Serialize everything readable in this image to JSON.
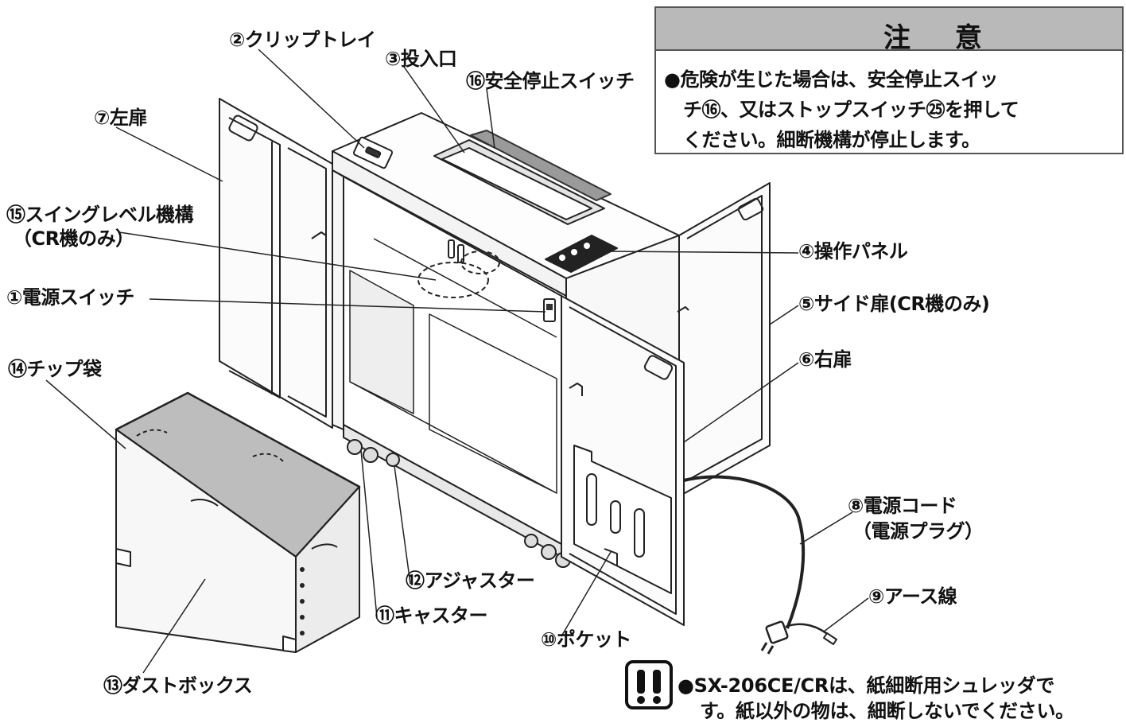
{
  "caution": {
    "title": "注 意",
    "lines": [
      "●危険が生じた場合は、安全停止スイッ",
      "チ⑯、又はストップスイッチ㉕を押して",
      "ください。細断機構が停止します。"
    ],
    "icon": "exclamation-circle-icon"
  },
  "labels": {
    "clip_tray": "②クリップトレイ",
    "inlet": "③投入口",
    "safety_switch": "⑯安全停止スイッチ",
    "left_door": "⑦左扉",
    "swing_level_1": "⑮スイングレベル機構",
    "swing_level_2": "（CR機のみ）",
    "power_switch": "①電源スイッチ",
    "chip_bag": "⑭チップ袋",
    "control_panel": "④操作パネル",
    "side_door": "⑤サイド扉(CR機のみ)",
    "right_door": "⑥右扉",
    "power_cord_1": "⑧電源コード",
    "power_cord_2": "（電源プラグ）",
    "ground_wire": "⑨アース線",
    "adjuster": "⑫アジャスター",
    "caster": "⑪キャスター",
    "pocket": "⑩ポケット",
    "dust_box": "⑬ダストボックス"
  },
  "note": {
    "icon": "double-exclamation-icon",
    "lines": [
      "●SX-206CE/CRは、紙細断用シュレッダで",
      "す。紙以外の物は、細断しないでください。"
    ]
  }
}
